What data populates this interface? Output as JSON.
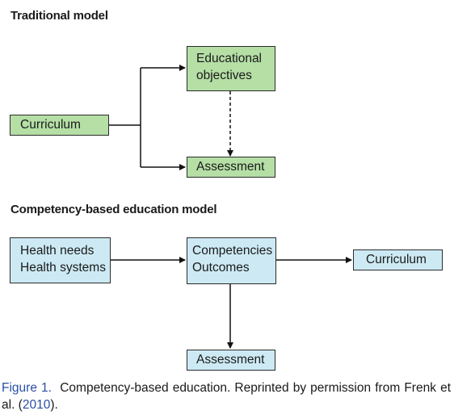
{
  "traditional": {
    "title": "Traditional model",
    "curriculum": "Curriculum",
    "objectives": [
      "Educational",
      "objectives"
    ],
    "assessment": "Assessment"
  },
  "competency": {
    "title": "Competency-based education model",
    "inputs": [
      "Health needs",
      "Health systems"
    ],
    "competencies": [
      "Competencies",
      "Outcomes"
    ],
    "curriculum": "Curriculum",
    "assessment": "Assessment"
  },
  "colors": {
    "green_box": "#b5dfa5",
    "blue_box": "#cdeaf4",
    "caption_link": "#2a4fa3"
  },
  "caption": {
    "label": "Figure 1.",
    "text": "Competency-based education. Reprinted by permission from Frenk et al. (",
    "year": "2010",
    "end": ")."
  }
}
